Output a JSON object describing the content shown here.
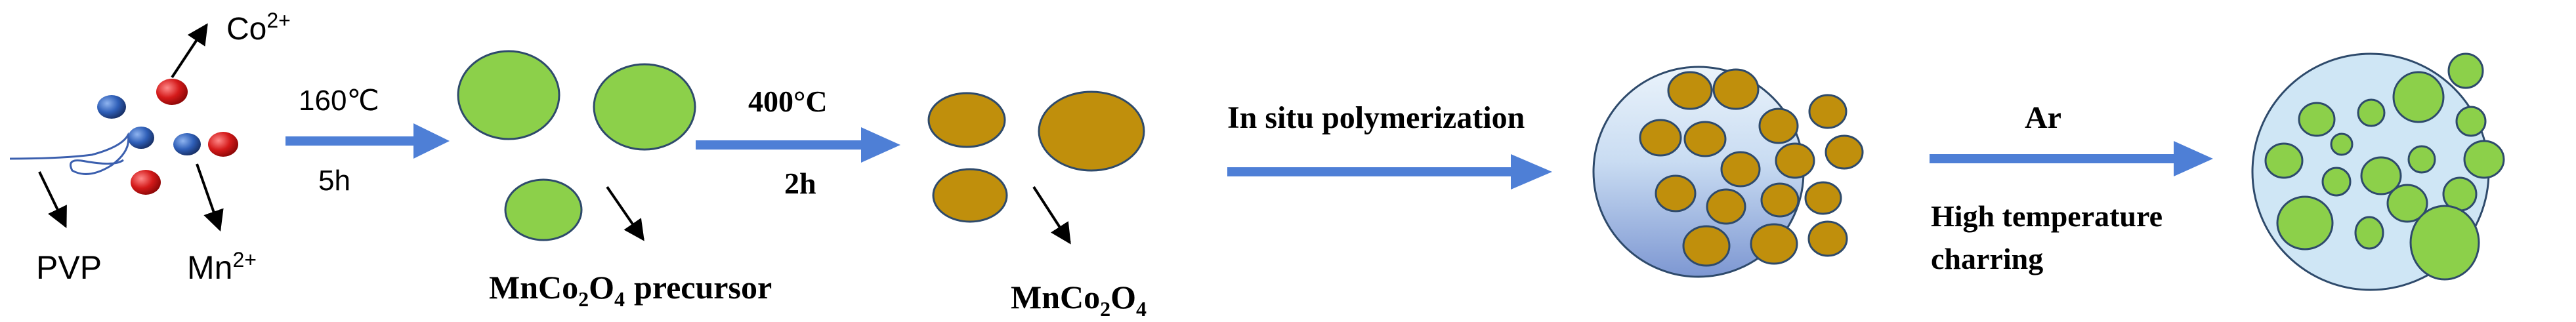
{
  "labels": {
    "cobalt_ion": "Co",
    "cobalt_charge": "2+",
    "pvp": "PVP",
    "manganese_ion": "Mn",
    "manganese_charge": "2+",
    "step1_temp": "160℃",
    "step1_time": "5h",
    "precursor_formula_a": "MnCo",
    "precursor_sub_a": "2",
    "precursor_formula_b": "O",
    "precursor_sub_b": "4",
    "precursor_word": "precursor",
    "step2_temp": "400°C",
    "step2_time": "2h",
    "product_formula_a": "MnCo",
    "product_sub_a": "2",
    "product_formula_b": "O",
    "product_sub_b": "4",
    "step3_label": "In situ polymerization",
    "step4_gas": "Ar",
    "step4_line1": "High temperature",
    "step4_line2": "charring"
  },
  "colors": {
    "arrow_blue": "#4e7fd6",
    "precursor_green": "#8cd04a",
    "oxide_gold": "#c08f0c",
    "ion_red": "#cc1b1b",
    "ion_blue": "#2f5fb8",
    "pale_green": "#9edd6a",
    "sphere_light": "#cfe6f5",
    "sphere_dark": "#7f9ed6",
    "outline": "#2e4a6b"
  }
}
